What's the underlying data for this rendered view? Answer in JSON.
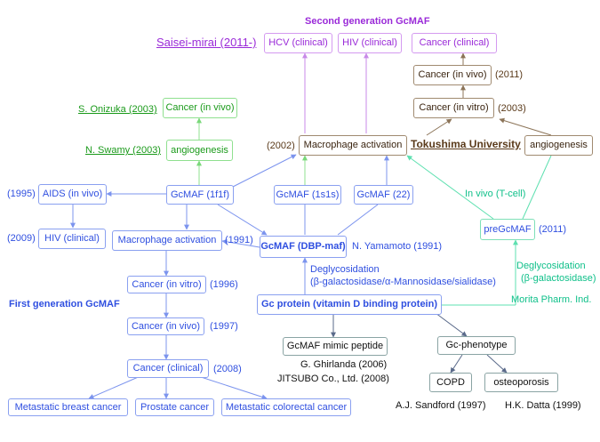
{
  "titles": {
    "second_gen": "Second generation GcMAF",
    "first_gen": "First generation GcMAF",
    "saisei": "Saisei-mirai (2011-)"
  },
  "nodes": {
    "hcv": "HCV (clinical)",
    "hiv_top": "HIV (clinical)",
    "cancer_clinical_top": "Cancer (clinical)",
    "cancer_invivo_top": "Cancer (in vivo)",
    "cancer_invitro_top": "Cancer (in vitro)",
    "cancer_onizuka": "Cancer (in vivo)",
    "angio_swamy": "angiogenesis",
    "macro_top": "Macrophage activation",
    "tokushima": "Tokushima University",
    "angio_right": "angiogenesis",
    "aids": "AIDS (in vivo)",
    "gcmaf_1f1f": "GcMAF (1f1f)",
    "gcmaf_1s1s": "GcMAF (1s1s)",
    "gcmaf_22": "GcMAF (22)",
    "hiv_left": "HIV (clinical)",
    "macro_left": "Macrophage activation",
    "gcmaf_dbp": "GcMAF (DBP-maf)",
    "pregcmaf": "preGcMAF",
    "cancer_invitro_left": "Cancer (in vitro)",
    "gc_protein": "Gc protein (vitamin D binding protein)",
    "cancer_invivo_left": "Cancer (in vivo)",
    "mimic": "GcMAF mimic peptide",
    "gc_phenotype": "Gc-phenotype",
    "cancer_clinical_left": "Cancer (clinical)",
    "copd": "COPD",
    "osteo": "osteoporosis",
    "met_breast": "Metastatic breast cancer",
    "prostate": "Prostate cancer",
    "met_colorectal": "Metastatic colorectal cancer"
  },
  "labels": {
    "y2011_invivo": "(2011)",
    "y2003_invitro": "(2003)",
    "onizuka": "S. Onizuka (2003)",
    "swamy": "N. Swamy (2003)",
    "y2002": "(2002)",
    "y1995": "(1995)",
    "in_vivo_tcell": "In vivo (T-cell)",
    "y2009": "(2009)",
    "y1991_macro": "(1991)",
    "yamamoto": "N. Yamamoto (1991)",
    "y2011_pre": "(2011)",
    "deglyco_left_1": "Deglycosidation",
    "deglyco_left_2": "(β-galactosidase/α-Mannosidase/sialidase)",
    "deglyco_right_1": "Deglycosidation",
    "deglyco_right_2": "(β-galactosidase)",
    "y1996": "(1996)",
    "morita": "Morita Pharm. Ind.",
    "y1997": "(1997)",
    "ghirlanda": "G. Ghirlanda (2006)",
    "y2008": "(2008)",
    "jitsubo": "JITSUBO Co., Ltd. (2008)",
    "sandford": "A.J. Sandford (1997)",
    "datta": "H.K. Datta (1999)"
  },
  "colors": {
    "blue": "#2f4fe0",
    "green": "#1a9a1a",
    "purple": "#9a2ad8",
    "brown": "#5a3a1a",
    "teal": "#10c08a"
  }
}
